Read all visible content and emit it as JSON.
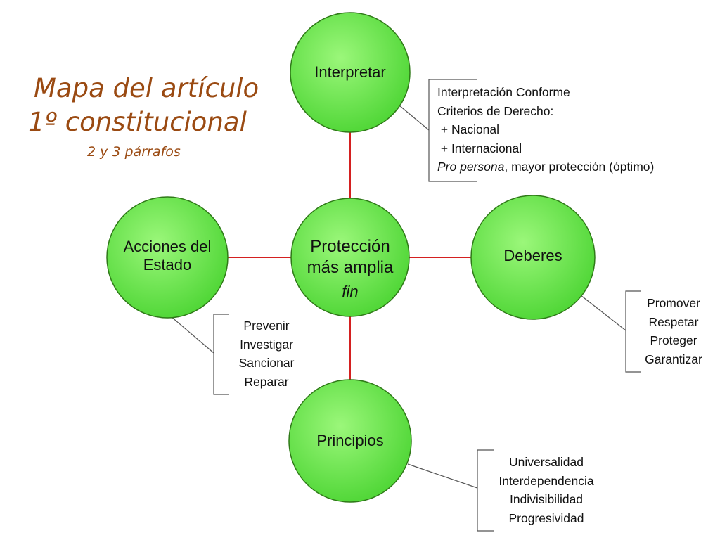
{
  "title": {
    "line1": "Mapa del artículo",
    "line2": "1º constitucional",
    "subtitle": "2 y 3 párrafos"
  },
  "colors": {
    "node_fill": "#66e84a",
    "node_stroke": "#2f7a18",
    "connector": "#d42020",
    "callout_line": "#555555",
    "title": "#9a4a12"
  },
  "nodes": {
    "center": {
      "line1": "Protección",
      "line2": "más amplia",
      "line3": "fin"
    },
    "top": {
      "label": "Interpretar"
    },
    "left": {
      "line1": "Acciones del",
      "line2": "Estado"
    },
    "right": {
      "label": "Deberes"
    },
    "bottom": {
      "label": "Principios"
    }
  },
  "lists": {
    "interpretar": {
      "items": [
        "Interpretación Conforme",
        "Criterios de Derecho:",
        " + Nacional",
        " + Internacional"
      ],
      "last_italic": "Pro persona",
      "last_rest": ", mayor protección (óptimo)"
    },
    "acciones": [
      "Prevenir",
      "Investigar",
      "Sancionar",
      "Reparar"
    ],
    "deberes": [
      "Promover",
      "Respetar",
      "Proteger",
      "Garantizar"
    ],
    "principios": [
      "Universalidad",
      "Interdependencia",
      "Indivisibilidad",
      "Progresividad"
    ]
  }
}
